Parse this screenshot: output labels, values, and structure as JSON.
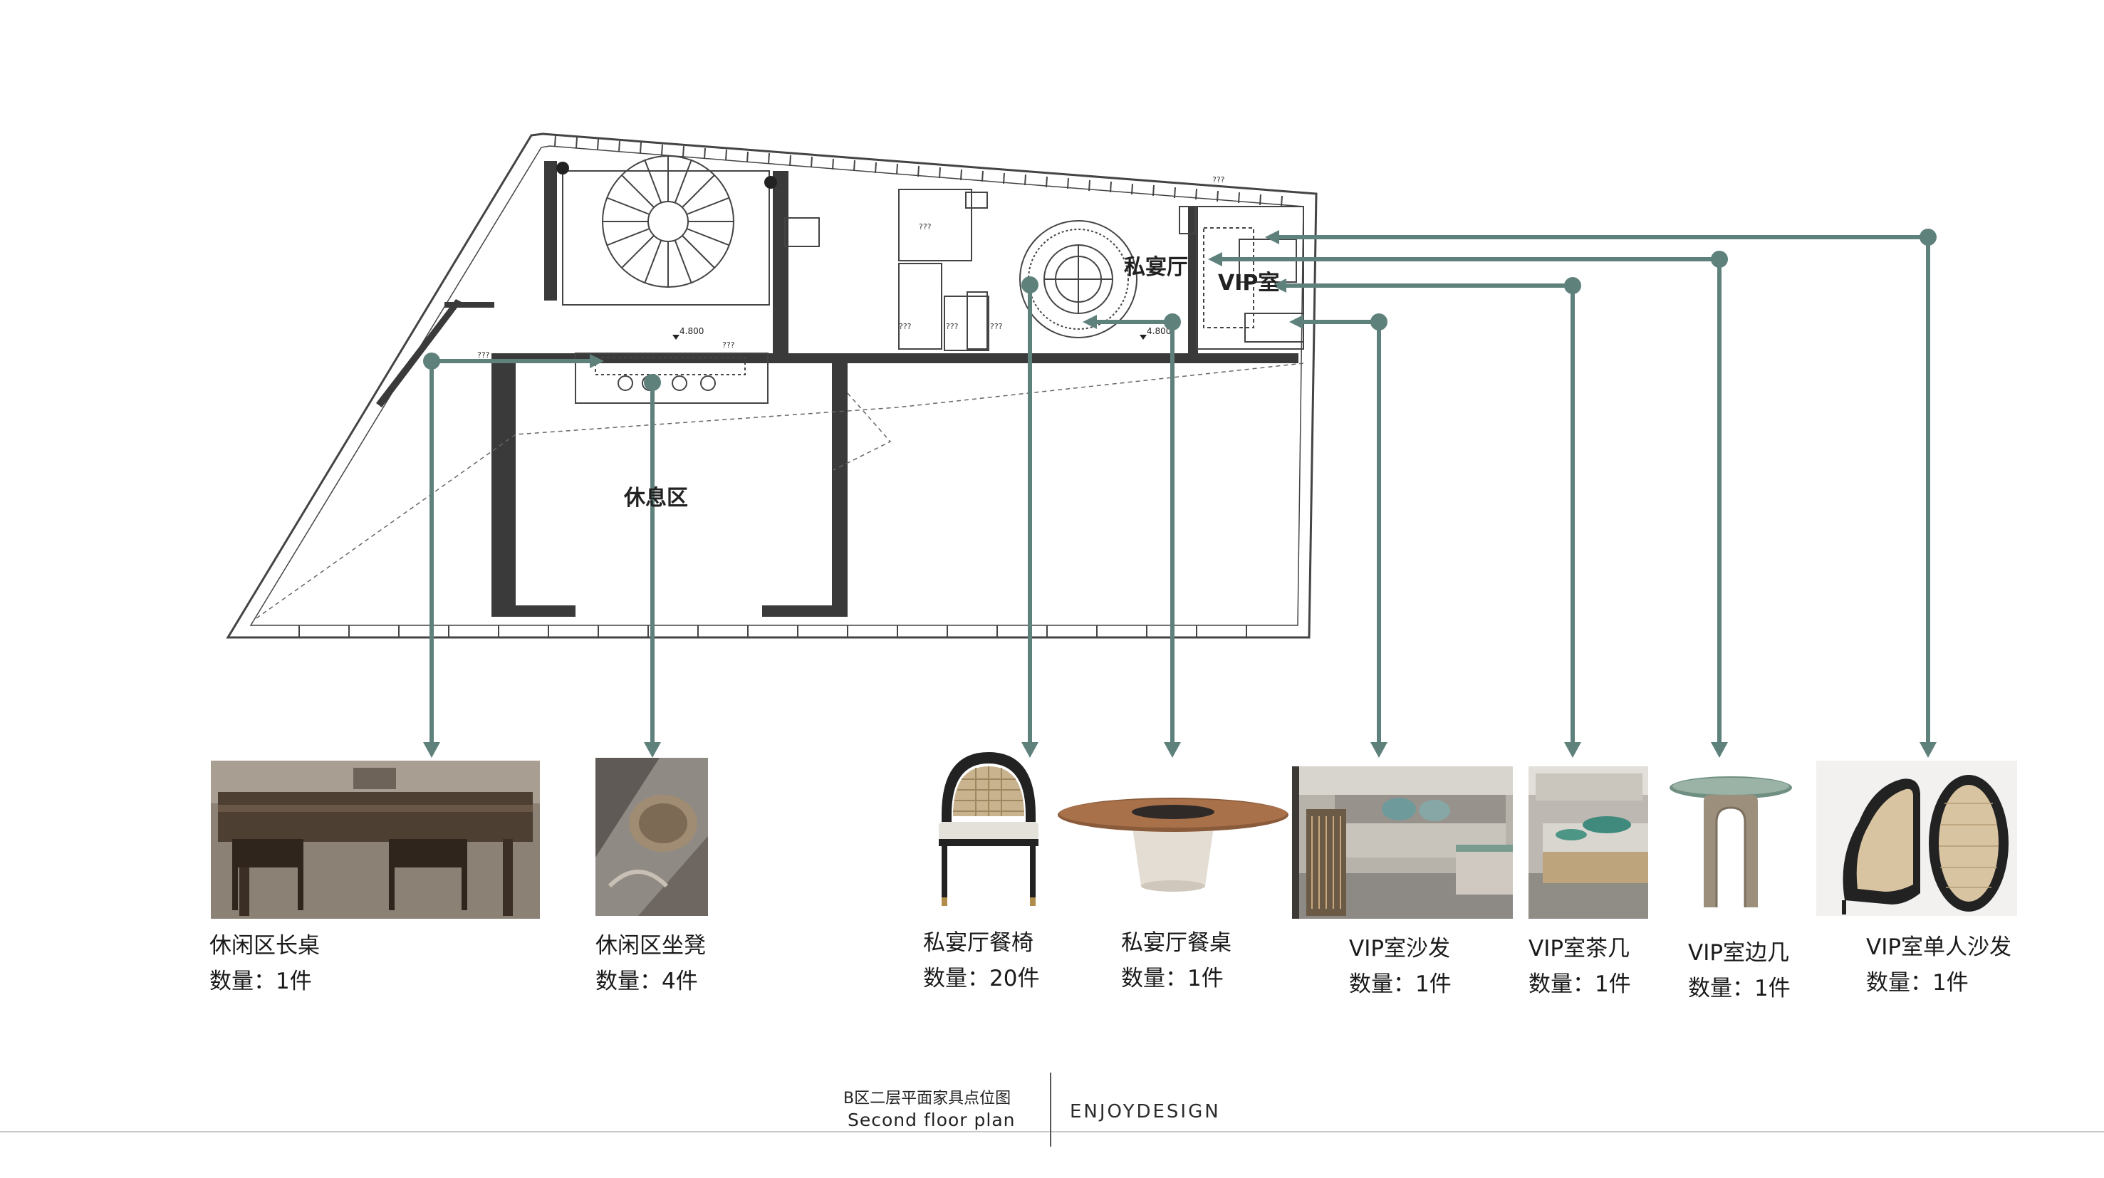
{
  "colors": {
    "connector": "#5f817c",
    "wall": "#3a3a3a",
    "line": "#444444",
    "footer_rule": "#c8c8c8"
  },
  "plan": {
    "rooms": {
      "private_dining": "私宴厅",
      "vip_room": "VIP室",
      "lounge": "休息区"
    },
    "level_marks": [
      "4.800",
      "4.800"
    ],
    "tags": [
      "???",
      "???",
      "???",
      "???",
      "???",
      "???",
      "???"
    ]
  },
  "items": [
    {
      "name": "休闲区长桌",
      "qty": "数量：1件",
      "icon": "long-table-photo"
    },
    {
      "name": "休闲区坐凳",
      "qty": "数量：4件",
      "icon": "stool-photo"
    },
    {
      "name": "私宴厅餐椅",
      "qty": "数量：20件",
      "icon": "dining-chair-photo"
    },
    {
      "name": "私宴厅餐桌",
      "qty": "数量：1件",
      "icon": "dining-table-photo"
    },
    {
      "name": "VIP室沙发",
      "qty": "数量：1件",
      "icon": "sofa-photo"
    },
    {
      "name": "VIP室茶几",
      "qty": "数量：1件",
      "icon": "coffee-table-photo"
    },
    {
      "name": "VIP室边几",
      "qty": "数量：1件",
      "icon": "side-table-photo"
    },
    {
      "name": "VIP室单人沙发",
      "qty": "数量：1件",
      "icon": "lounge-chair-photo"
    }
  ],
  "footer": {
    "title": "B区二层平面家具点位图",
    "subtitle": "Second floor plan",
    "brand": "ENJOYDESIGN"
  }
}
